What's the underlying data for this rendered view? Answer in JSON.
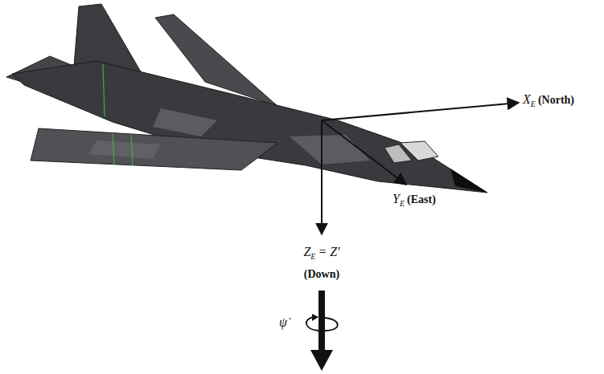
{
  "diagram": {
    "labels": [
      "X",
      "E",
      "(North)",
      "Y",
      "E",
      "(East)",
      "Z",
      "E",
      "= Z′",
      "(Down)",
      "ψ̇"
    ]
  }
}
